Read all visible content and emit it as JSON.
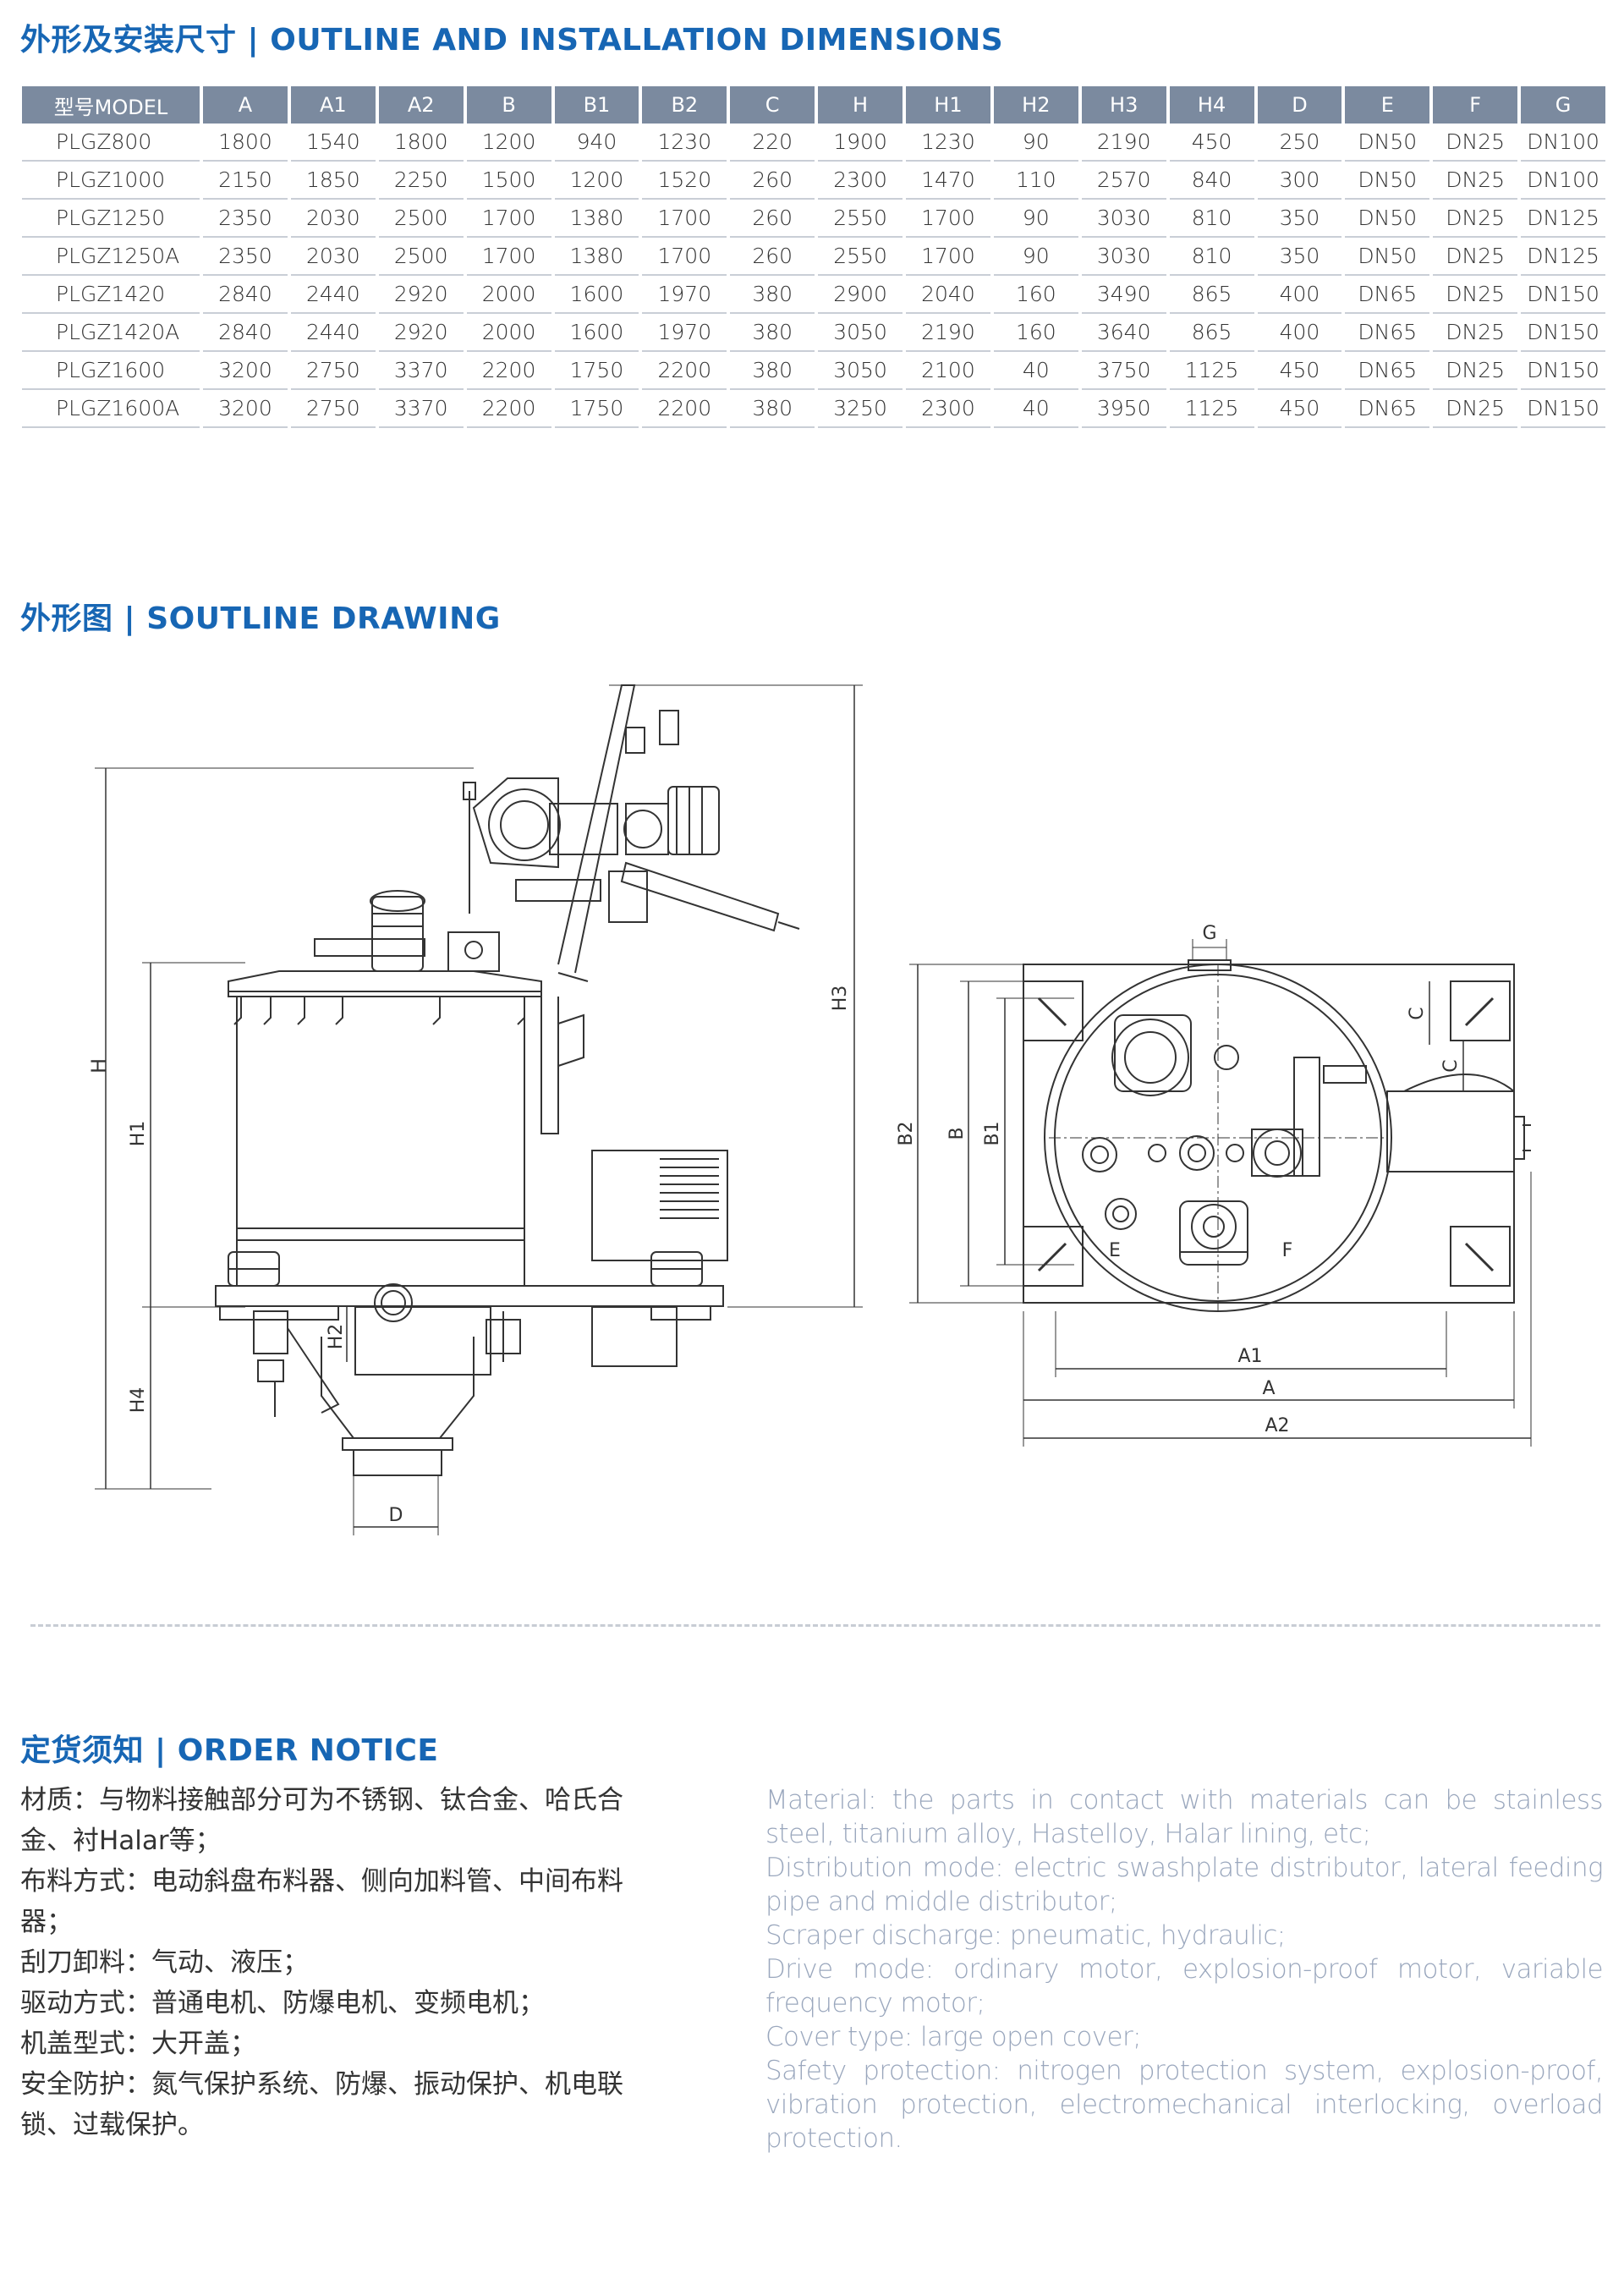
{
  "sections": {
    "dimensions_title": "外形及安装尺寸 | OUTLINE AND INSTALLATION DIMENSIONS",
    "drawing_title": "外形图 | SOUTLINE DRAWING",
    "order_title": "定货须知 | ORDER NOTICE"
  },
  "table": {
    "headers": [
      "型号MODEL",
      "A",
      "A1",
      "A2",
      "B",
      "B1",
      "B2",
      "C",
      "H",
      "H1",
      "H2",
      "H3",
      "H4",
      "D",
      "E",
      "F",
      "G"
    ],
    "rows": [
      [
        "PLGZ800",
        "1800",
        "1540",
        "1800",
        "1200",
        "940",
        "1230",
        "220",
        "1900",
        "1230",
        "90",
        "2190",
        "450",
        "250",
        "DN50",
        "DN25",
        "DN100"
      ],
      [
        "PLGZ1000",
        "2150",
        "1850",
        "2250",
        "1500",
        "1200",
        "1520",
        "260",
        "2300",
        "1470",
        "110",
        "2570",
        "840",
        "300",
        "DN50",
        "DN25",
        "DN100"
      ],
      [
        "PLGZ1250",
        "2350",
        "2030",
        "2500",
        "1700",
        "1380",
        "1700",
        "260",
        "2550",
        "1700",
        "90",
        "3030",
        "810",
        "350",
        "DN50",
        "DN25",
        "DN125"
      ],
      [
        "PLGZ1250A",
        "2350",
        "2030",
        "2500",
        "1700",
        "1380",
        "1700",
        "260",
        "2550",
        "1700",
        "90",
        "3030",
        "810",
        "350",
        "DN50",
        "DN25",
        "DN125"
      ],
      [
        "PLGZ1420",
        "2840",
        "2440",
        "2920",
        "2000",
        "1600",
        "1970",
        "380",
        "2900",
        "2040",
        "160",
        "3490",
        "865",
        "400",
        "DN65",
        "DN25",
        "DN150"
      ],
      [
        "PLGZ1420A",
        "2840",
        "2440",
        "2920",
        "2000",
        "1600",
        "1970",
        "380",
        "3050",
        "2190",
        "160",
        "3640",
        "865",
        "400",
        "DN65",
        "DN25",
        "DN150"
      ],
      [
        "PLGZ1600",
        "3200",
        "2750",
        "3370",
        "2200",
        "1750",
        "2200",
        "380",
        "3050",
        "2100",
        "40",
        "3750",
        "1125",
        "450",
        "DN65",
        "DN25",
        "DN150"
      ],
      [
        "PLGZ1600A",
        "3200",
        "2750",
        "3370",
        "2200",
        "1750",
        "2200",
        "380",
        "3250",
        "2300",
        "40",
        "3950",
        "1125",
        "450",
        "DN65",
        "DN25",
        "DN150"
      ]
    ]
  },
  "drawing": {
    "side_labels": {
      "H": "H",
      "H1": "H1",
      "H2": "H2",
      "H3": "H3",
      "H4": "H4",
      "D": "D"
    },
    "top_labels": {
      "G": "G",
      "C": "C",
      "B2": "B2",
      "B": "B",
      "B1": "B1",
      "A1": "A1",
      "A": "A",
      "A2": "A2",
      "E": "E",
      "F": "F"
    }
  },
  "order_notice": {
    "cn": [
      "材质：与物料接触部分可为不锈钢、钛合金、哈氏合金、衬Halar等；",
      "布料方式：电动斜盘布料器、侧向加料管、中间布料器；",
      "刮刀卸料：气动、液压；",
      "驱动方式：普通电机、防爆电机、变频电机；",
      "机盖型式：大开盖；",
      "安全防护：氮气保护系统、防爆、振动保护、机电联锁、过载保护。"
    ],
    "en": [
      "Material: the parts in contact with materials can be stainless steel, titanium alloy, Hastelloy, Halar lining, etc;",
      "Distribution mode: electric swashplate distributor, lateral feeding pipe and middle distributor;",
      "Scraper discharge: pneumatic, hydraulic;",
      "Drive mode: ordinary motor, explosion-proof motor, variable frequency motor;",
      "Cover type: large open cover;",
      "Safety protection: nitrogen protection system, explosion-proof, vibration protection, electromechanical interlocking, overload protection."
    ]
  },
  "colors": {
    "title_blue": "#1766b4",
    "header_bg": "#7b8a9f",
    "en_text": "#9aa7bd"
  }
}
